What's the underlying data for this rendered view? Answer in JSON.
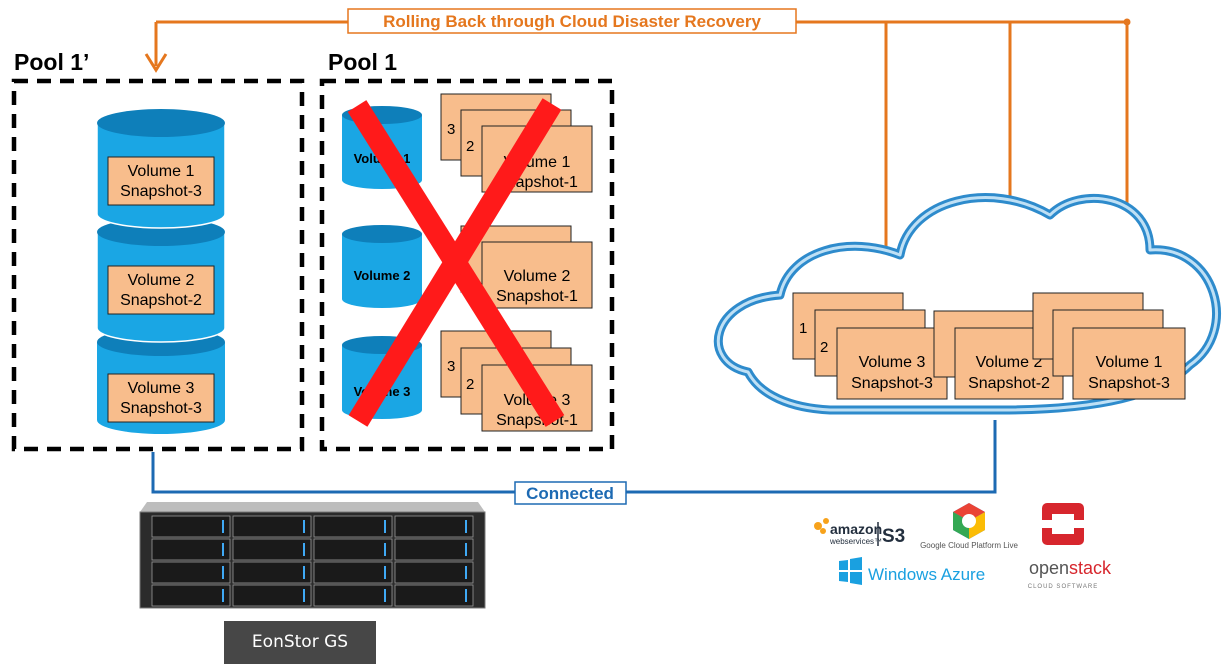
{
  "top_arrow_label": "Rolling Back through Cloud Disaster Recovery",
  "connection_label": "Connected",
  "pool_left_title": "Pool 1’",
  "pool_right_title": "Pool 1",
  "restored_volumes": [
    {
      "line1": "Volume 1",
      "line2": "Snapshot-3"
    },
    {
      "line1": "Volume 2",
      "line2": "Snapshot-2"
    },
    {
      "line1": "Volume 3",
      "line2": "Snapshot-3"
    }
  ],
  "failed_pool": {
    "volumes": [
      "Volume 1",
      "Volume 2",
      "Volume 3"
    ],
    "snapshot_stacks": [
      {
        "numbers": [
          "3",
          "2"
        ],
        "line1": "Volume 1",
        "line2": "Snapshot-1"
      },
      {
        "numbers": [],
        "line1": "Volume 2",
        "line2": "Snapshot-1"
      },
      {
        "numbers": [
          "3",
          "2"
        ],
        "line1": "Volume 3",
        "line2": "Snapshot-1"
      }
    ]
  },
  "cloud_snapshots": [
    {
      "numbers": [
        "1",
        "2"
      ],
      "line1": "Volume 3",
      "line2": "Snapshot-3"
    },
    {
      "numbers": [],
      "line1": "Volume 2",
      "line2": "Snapshot-2"
    },
    {
      "numbers": [],
      "line1": "Volume 1",
      "line2": "Snapshot-3"
    }
  ],
  "device_label": "EonStor GS",
  "cloud_providers": {
    "amazon": {
      "brand": "amazon",
      "sub": "webservices™",
      "service": "S3"
    },
    "google": "Google Cloud Platform Live",
    "azure": "Windows Azure",
    "openstack": {
      "name_a": "open",
      "name_b": "stack",
      "sub": "CLOUD SOFTWARE"
    }
  },
  "colors": {
    "orange_line": "#e5771e",
    "blue_line": "#1d6ab3",
    "cylinder": "#1aa6e4",
    "cylinder_dark": "#0e7fba",
    "snapshot_fill": "#f8bd8c",
    "snapshot_border": "#222222",
    "cross": "#ff1a1a",
    "cloud_stroke": "#2e8bcc",
    "device_label_bg": "#474747",
    "azure_blue": "#1aa0e0",
    "openstack_red": "#d7262d"
  }
}
